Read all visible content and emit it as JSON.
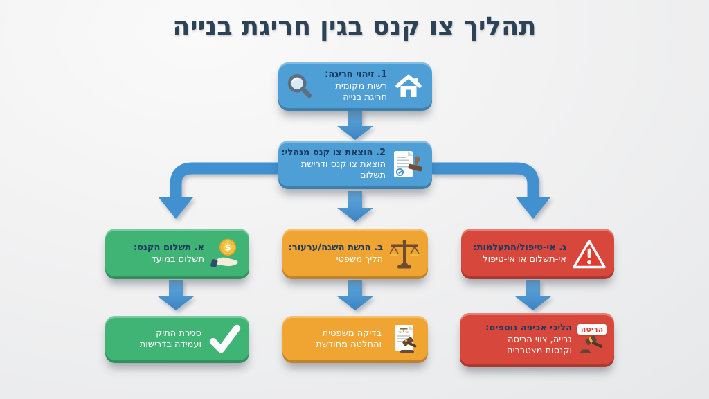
{
  "title": "תהליך צו קנס בגין חריגת בנייה",
  "colors": {
    "title_text": "#2c4257",
    "heading_text": "#1c3a60",
    "body_text": "#ffffff",
    "step_blue": "#4f9fd7",
    "pay_green": "#3fb474",
    "appeal_orange": "#f0a432",
    "ignore_red": "#d8473b",
    "arrow_blue": "#4190cf",
    "background": "#efeff1"
  },
  "steps": {
    "step1": {
      "heading": "1. זיהוי חריגה:",
      "line1": "רשות מקומית",
      "line2": "חריגת בנייה"
    },
    "step2": {
      "heading": "2. הוצאת צו קנס מנהלי:",
      "line1": "הוצאת צו קנס ודרישת",
      "line2": "תשלום"
    },
    "branch_pay": {
      "heading": "א. תשלום הקנס:",
      "line1": "תשלום במועד"
    },
    "branch_appeal": {
      "heading": "ב. הגשת השגה/ערעור:",
      "line1": "הליך משפטי"
    },
    "branch_ignore": {
      "heading": "ג. אי-טיפול/התעלמות:",
      "line1": "אי-תשלום או אי-טיפול"
    },
    "outcome_pay": {
      "line1": "סגירת התיק",
      "line2": "ועמידה בדרישות"
    },
    "outcome_appeal": {
      "line1": "בדיקה משפטית",
      "line2": "והחלטה מחודשת"
    },
    "outcome_ignore": {
      "heading": "הליכי אכיפה נוספים:",
      "line1": "גבייה, צווי הריסה",
      "line2": "וקנסות מצטברים",
      "sign": "הריסה"
    }
  },
  "icons": {
    "step1": [
      "house-icon",
      "magnifier-icon"
    ],
    "step2": [
      "document-stamp-icon"
    ],
    "branch_pay": [
      "coin-hand-icon"
    ],
    "branch_appeal": [
      "scales-icon"
    ],
    "branch_ignore": [
      "warning-icon"
    ],
    "outcome_pay": [
      "checkmark-icon"
    ],
    "outcome_appeal": [
      "document-gavel-icon"
    ],
    "outcome_ignore": [
      "demolition-sign-icon",
      "gavel-icon"
    ]
  }
}
